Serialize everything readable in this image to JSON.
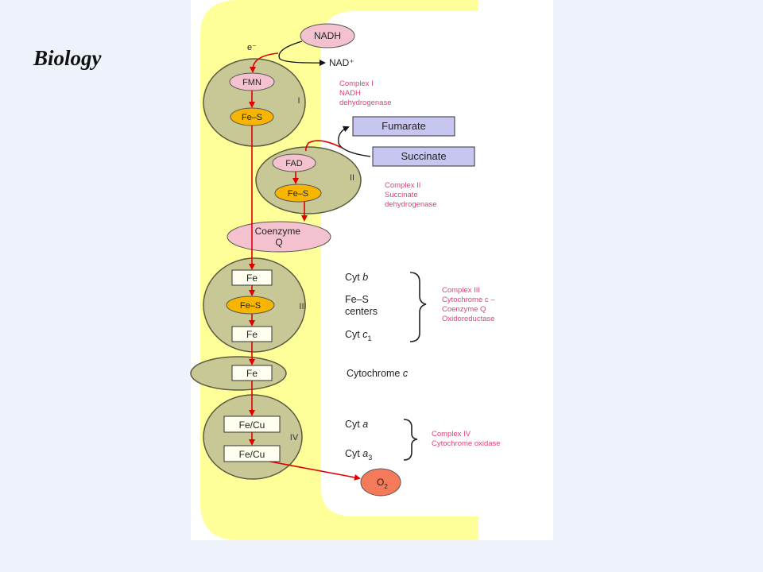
{
  "slide": {
    "title": "Biology"
  },
  "colors": {
    "membrane": "#ffff99",
    "complex_fill": "#c8c896",
    "pink_node": "#f4c2cf",
    "orange_node": "#f7b500",
    "substrate_box": "#c6c6f0",
    "arrow": "#e00000",
    "pink_label": "#e0407a",
    "o2_fill": "#f47a5a"
  },
  "diagram": {
    "nadh": "NADH",
    "electron": "e⁻",
    "nad_plus": "NAD⁺",
    "complex1": {
      "roman": "I",
      "fmn": "FMN",
      "fes": "Fe–S",
      "label": [
        "Complex I",
        "NADH",
        "dehydrogenase"
      ]
    },
    "fumarate": "Fumarate",
    "succinate": "Succinate",
    "complex2": {
      "roman": "II",
      "fad": "FAD",
      "fes": "Fe–S",
      "label": [
        "Complex II",
        "Succinate",
        "dehydrogenase"
      ]
    },
    "coenzyme_q": [
      "Coenzyme",
      "Q"
    ],
    "complex3": {
      "roman": "III",
      "fe_top": "Fe",
      "fes": "Fe–S",
      "fe_bottom": "Fe",
      "cyt_b_prefix": "Cyt",
      "cyt_b_letter": "b",
      "fes_centers": [
        "Fe–S",
        "centers"
      ],
      "cyt_c1_prefix": "Cyt",
      "cyt_c1_letter": "c",
      "cyt_c1_sub": "1",
      "label": [
        "Complex III",
        "Cytochrome c –",
        "Coenzyme Q",
        "Oxidoreductase"
      ]
    },
    "cytochrome_c": {
      "fe": "Fe",
      "prefix": "Cytochrome",
      "letter": "c"
    },
    "complex4": {
      "roman": "IV",
      "fecu_top": "Fe/Cu",
      "fecu_bottom": "Fe/Cu",
      "cyt_a_prefix": "Cyt",
      "cyt_a_letter": "a",
      "cyt_a3_prefix": "Cyt",
      "cyt_a3_letter": "a",
      "cyt_a3_sub": "3",
      "label": [
        "Complex IV",
        "Cytochrome oxidase"
      ]
    },
    "o2": "O",
    "o2_sub": "2"
  }
}
